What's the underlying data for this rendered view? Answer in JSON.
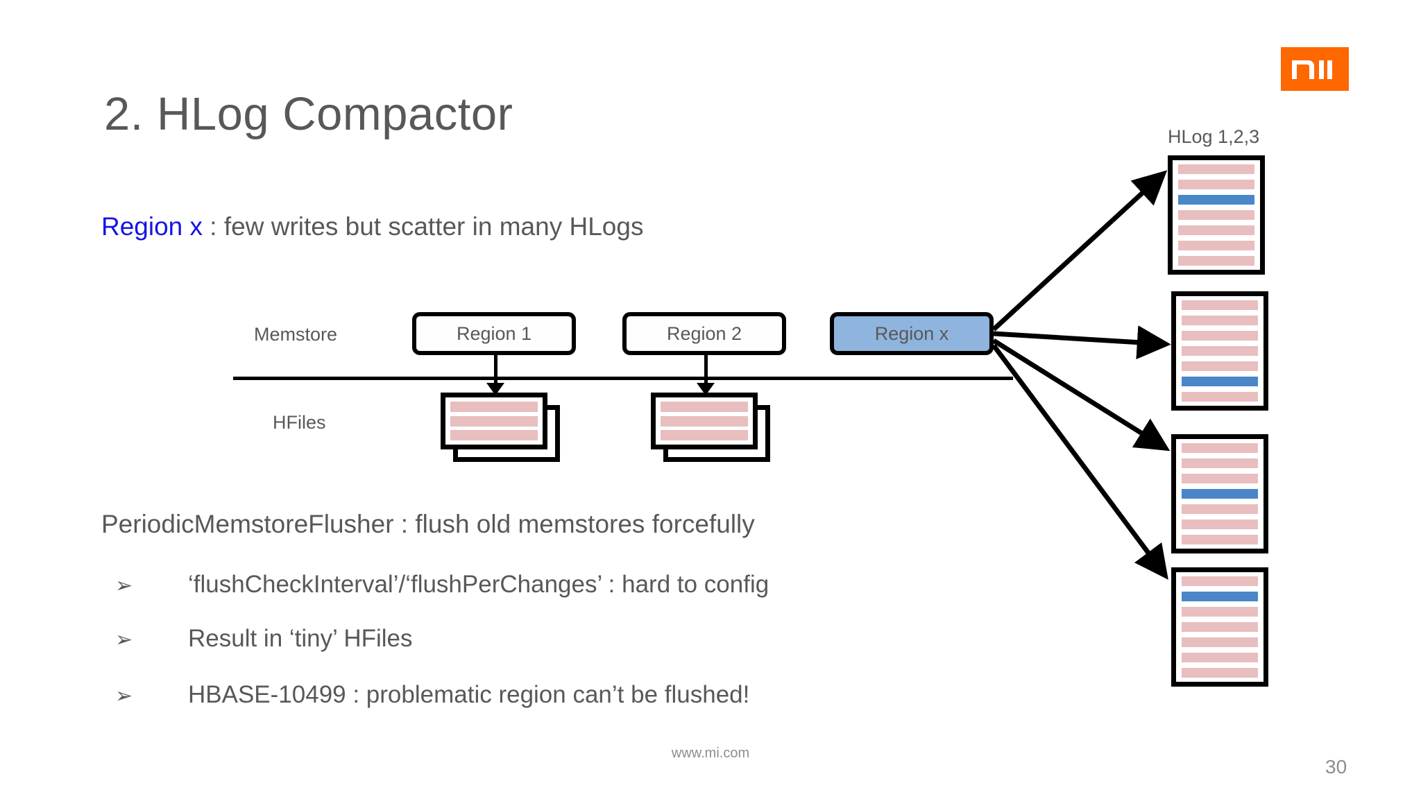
{
  "slide": {
    "title": "2. HLog Compactor",
    "page_number": "30",
    "footer_url": "www.mi.com",
    "brand_logo": "mi-logo",
    "brand_color": "#FF6700"
  },
  "subtitle": {
    "highlight": "Region x",
    "highlight_color": "#1414E6",
    "rest": " : few writes but scatter in many HLogs"
  },
  "diagram": {
    "row_labels": {
      "memstore": "Memstore",
      "hfiles": "HFiles"
    },
    "regions": [
      {
        "label": "Region 1",
        "fill": "#FEFEFE",
        "highlighted": false
      },
      {
        "label": "Region 2",
        "fill": "#FEFEFE",
        "highlighted": false
      },
      {
        "label": "Region x",
        "fill": "#8FB4DE",
        "highlighted": true
      }
    ],
    "hfile_stacks": [
      {
        "bars": 3,
        "bar_color": "#E8BEBE"
      },
      {
        "bars": 3,
        "bar_color": "#E8BEBE"
      }
    ],
    "hlogs": {
      "title": "HLog 1,2,3",
      "bar_color": "#E8BEBE",
      "highlight_color": "#4A86C8",
      "boxes": [
        {
          "bar_count": 7,
          "highlight_index": 2
        },
        {
          "bar_count": 7,
          "highlight_index": 5
        },
        {
          "bar_count": 7,
          "highlight_index": 3
        },
        {
          "bar_count": 7,
          "highlight_index": 1
        }
      ]
    },
    "arrow_count": 4
  },
  "body": {
    "flusher_line": "PeriodicMemstoreFlusher  :  flush old memstores forcefully",
    "bullet_marker": "➢",
    "bullets": [
      "‘flushCheckInterval’/‘flushPerChanges’ : hard to config",
      "Result in ‘tiny’ HFiles",
      "HBASE-10499 : problematic region can’t be flushed!"
    ]
  }
}
